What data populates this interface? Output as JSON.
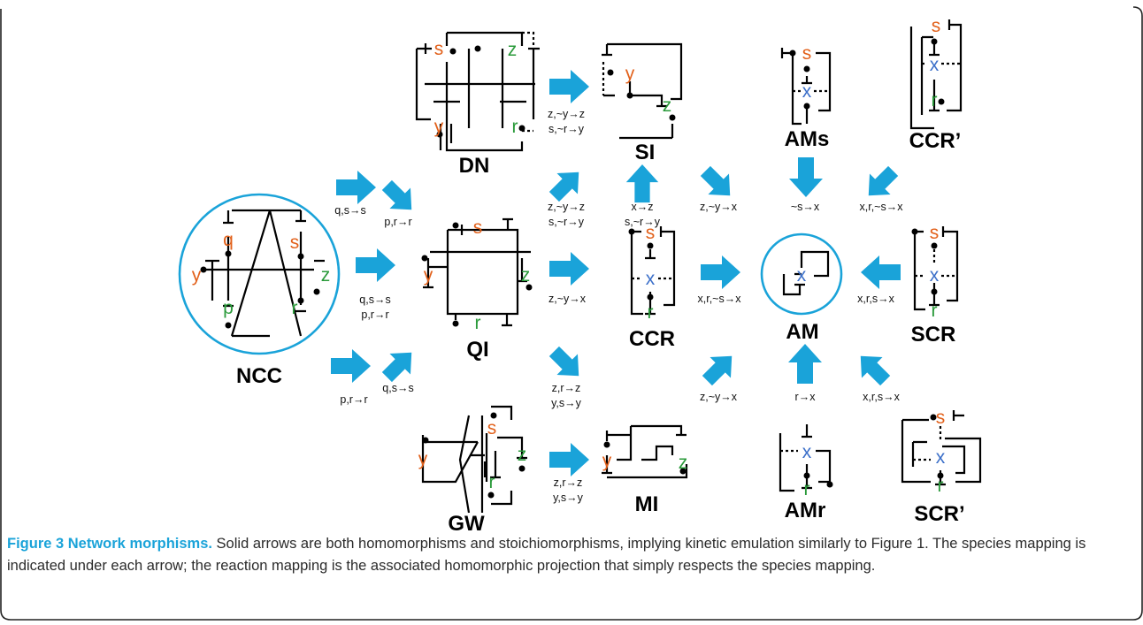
{
  "networks": {
    "ncc": "NCC",
    "dn": "DN",
    "si": "SI",
    "ams": "AMs",
    "ccr_prime": "CCR’",
    "qi": "QI",
    "ccr": "CCR",
    "am": "AM",
    "scr": "SCR",
    "gw": "GW",
    "mi": "MI",
    "amr": "AMr",
    "scr_prime": "SCR’"
  },
  "species": {
    "q": "q",
    "s": "s",
    "y": "y",
    "z": "z",
    "p": "p",
    "r": "r",
    "x": "x"
  },
  "mappings": {
    "ncc_dn": "q,s→s",
    "ncc_qi_1": "q,s→s",
    "ncc_qi_2": "p,r→r",
    "ncc_gw": "p,r→r",
    "dn_qi": "p,r→r",
    "qi_gw": "q,s→s",
    "dn_si_1": "z,~y→z",
    "dn_si_2": "s,~r→y",
    "qi_si_1": "z,~y→z",
    "qi_si_2": "s,~r→y",
    "qi_ccr": "z,~y→x",
    "qi_mi_1": "z,r→z",
    "qi_mi_2": "y,s→y",
    "gw_mi_1": "z,r→z",
    "gw_mi_2": "y,s→y",
    "ccr_si_1": "x→z",
    "ccr_si_2": "s,~r→y",
    "si_am": "z,~y→x",
    "ams_am": "~s→x",
    "ccrp_am": "x,r,~s→x",
    "ccr_am": "x,r,~s→x",
    "scr_am": "x,r,s→x",
    "mi_am": "z,~y→x",
    "amr_am": "r→x",
    "scrp_am": "x,r,s→x"
  },
  "caption": {
    "label": "Figure 3 Network morphisms.",
    "text": " Solid arrows are both homomorphisms and stoichiomorphisms, implying kinetic emulation similarly to Figure 1. The species mapping is indicated under each arrow; the reaction mapping is the associated homomorphic projection that simply respects the species mapping."
  },
  "colors": {
    "arrow": "#1aa3d9",
    "orange_species": "#e2611b",
    "green_species": "#2a9a3a",
    "blue_species": "#3b6fc9",
    "caption_label": "#1aa3d9"
  }
}
